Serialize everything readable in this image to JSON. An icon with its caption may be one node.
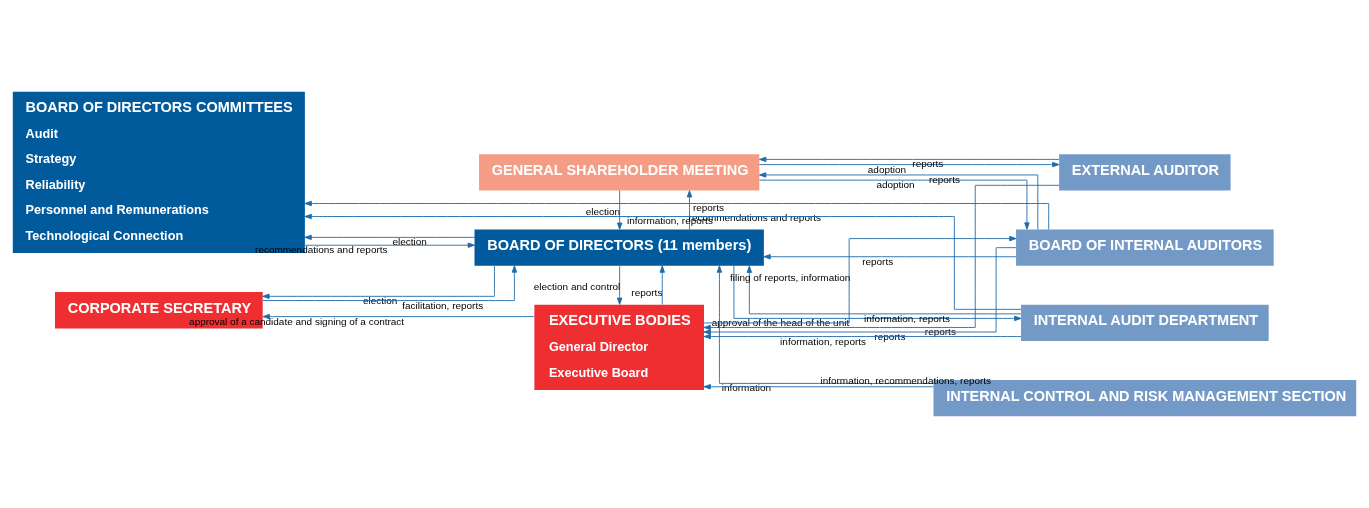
{
  "diagram": {
    "nodes": [
      {
        "text": [
          "BOARD OF DIRECTORS COMMITTEES",
          "Audit",
          "Strategy",
          "Reliability",
          "Personnel and Remunerations",
          "Technological Connection"
        ]
      },
      {
        "text": [
          "GENERAL SHAREHOLDER MEETING"
        ]
      },
      {
        "text": [
          "EXTERNAL AUDITOR"
        ]
      },
      {
        "text": [
          "BOARD OF INTERNAL AUDITORS"
        ]
      },
      {
        "text": [
          "BOARD OF DIRECTORS (11 members)"
        ]
      },
      {
        "text": [
          "INTERNAL AUDIT DEPARTMENT"
        ]
      },
      {
        "text": [
          "CORPORATE SECRETARY"
        ]
      },
      {
        "text": [
          "EXECUTIVE BODIES",
          "General Director",
          "Executive Board"
        ]
      },
      {
        "text": [
          "INTERNAL CONTROL AND RISK MANAGEMENT SECTION"
        ]
      }
    ],
    "edges": [
      {
        "from": 1,
        "to": 2,
        "arrow": "to",
        "label": "adoption"
      },
      {
        "from": 2,
        "to": 1,
        "arrow": "to",
        "label": "reports"
      },
      {
        "from": 1,
        "to": 3,
        "arrow": "to",
        "label": "adoption"
      },
      {
        "from": 3,
        "to": 1,
        "arrow": "to",
        "label": "reports"
      },
      {
        "from": 3,
        "to": 0,
        "arrow": "to",
        "label": "reports"
      },
      {
        "from": 1,
        "to": 4,
        "arrow": "to",
        "label": "election"
      },
      {
        "from": 4,
        "to": 1,
        "arrow": "to",
        "label": "recommendations and reports"
      },
      {
        "from": 3,
        "to": 4,
        "arrow": "to",
        "label": "reports"
      },
      {
        "from": 4,
        "to": 0,
        "arrow": "to",
        "label": "election"
      },
      {
        "from": 0,
        "to": 4,
        "arrow": "to",
        "label": "recommendations and reports"
      },
      {
        "from": 5,
        "to": 4,
        "arrow": "to",
        "label": "information, reports"
      },
      {
        "from": 4,
        "to": 5,
        "arrow": "to",
        "label": "approval of the head of the unit"
      },
      {
        "from": 6,
        "to": 4,
        "arrow": "to",
        "label": "facilitation, reports"
      },
      {
        "from": 4,
        "to": 6,
        "arrow": "to",
        "label": "election"
      },
      {
        "from": 5,
        "to": 0,
        "arrow": "to",
        "label": "information, reports"
      },
      {
        "from": 4,
        "to": 7,
        "arrow": "to",
        "label": "election and control"
      },
      {
        "from": 7,
        "to": 4,
        "arrow": "to",
        "label": "reports"
      },
      {
        "from": 5,
        "to": 7,
        "arrow": "to",
        "label": "information, reports"
      },
      {
        "from": 3,
        "to": 7,
        "arrow": "to",
        "label": "reports"
      },
      {
        "from": 7,
        "to": 3,
        "arrow": "to",
        "label": "filing of reports, information"
      },
      {
        "from": 2,
        "to": 7,
        "arrow": "to",
        "label": "reports"
      },
      {
        "from": 8,
        "to": 4,
        "arrow": "to",
        "label": "information"
      },
      {
        "from": 7,
        "to": 6,
        "arrow": "to",
        "label": "approval of a candidate and signing of a contract"
      },
      {
        "from": 8,
        "to": 7,
        "arrow": "to",
        "label": "information, recommendations, reports"
      }
    ]
  }
}
